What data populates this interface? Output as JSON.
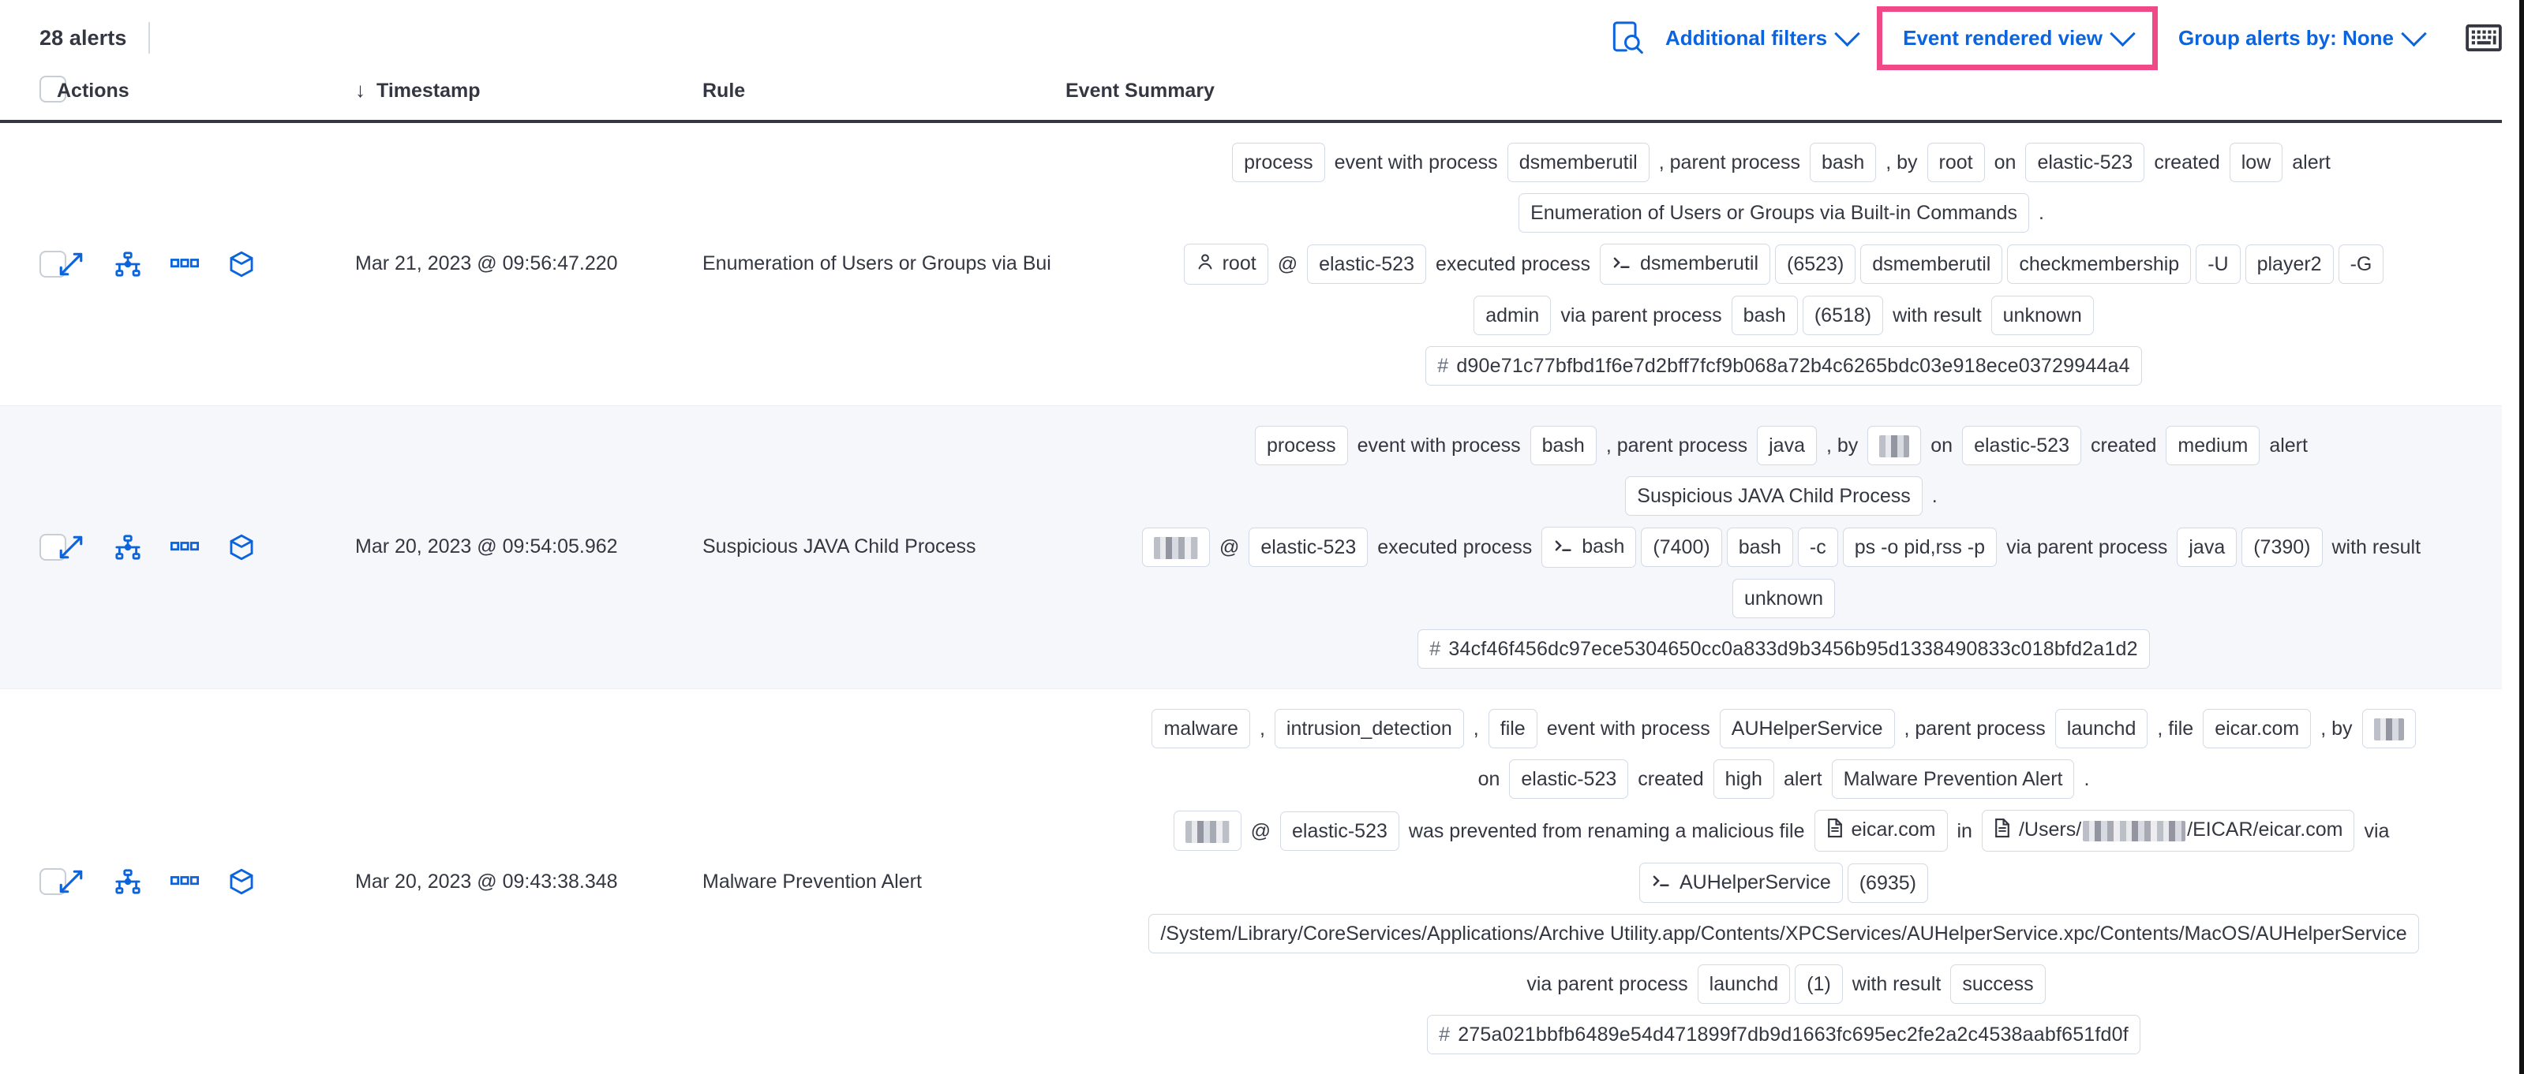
{
  "toolbar": {
    "alert_count": "28 alerts",
    "inspect_icon": "inspect-icon",
    "additional_filters": "Additional filters",
    "event_rendered_view": "Event rendered view",
    "group_alerts_by": "Group alerts by: None",
    "keyboard_icon": "keyboard-icon",
    "highlight_color": "#ef4a87",
    "link_color": "#0b64dd"
  },
  "table": {
    "columns": [
      "Actions",
      "Timestamp",
      "Rule",
      "Event Summary"
    ],
    "sort_indicator": "↓",
    "rows": [
      {
        "timestamp": "Mar 21, 2023 @ 09:56:47.220",
        "rule": "Enumeration of Users or Groups via Bui",
        "summary_lines": [
          {
            "align": "center",
            "parts": [
              {
                "t": "tok",
                "v": "process"
              },
              {
                "t": "txt",
                "v": "event with process"
              },
              {
                "t": "tok",
                "v": "dsmemberutil"
              },
              {
                "t": "txt",
                "v": ", parent process"
              },
              {
                "t": "tok",
                "v": "bash"
              },
              {
                "t": "txt",
                "v": ", by"
              },
              {
                "t": "tok",
                "v": "root"
              },
              {
                "t": "txt",
                "v": "on"
              },
              {
                "t": "tok",
                "v": "elastic-523"
              },
              {
                "t": "txt",
                "v": "created"
              },
              {
                "t": "tok",
                "v": "low"
              },
              {
                "t": "txt",
                "v": "alert"
              }
            ]
          },
          {
            "align": "center",
            "parts": [
              {
                "t": "tok",
                "v": "Enumeration of Users or Groups via Built-in Commands"
              },
              {
                "t": "txt",
                "v": "."
              }
            ]
          },
          {
            "align": "center",
            "parts": [
              {
                "t": "tok",
                "v": "root",
                "icon": "user-icon"
              },
              {
                "t": "txt",
                "v": "@"
              },
              {
                "t": "tok",
                "v": "elastic-523"
              },
              {
                "t": "txt",
                "v": "executed process"
              },
              {
                "t": "tok",
                "v": "dsmemberutil",
                "icon": "console-icon"
              },
              {
                "t": "tok",
                "v": "(6523)"
              },
              {
                "t": "tok",
                "v": "dsmemberutil"
              },
              {
                "t": "tok",
                "v": "checkmembership"
              },
              {
                "t": "tok",
                "v": "-U"
              },
              {
                "t": "tok",
                "v": "player2"
              },
              {
                "t": "tok",
                "v": "-G"
              }
            ]
          },
          {
            "align": "center",
            "parts": [
              {
                "t": "tok",
                "v": "admin"
              },
              {
                "t": "txt",
                "v": "via parent process"
              },
              {
                "t": "tok",
                "v": "bash"
              },
              {
                "t": "tok",
                "v": "(6518)"
              },
              {
                "t": "txt",
                "v": "with result"
              },
              {
                "t": "tok",
                "v": "unknown"
              }
            ]
          },
          {
            "align": "center",
            "parts": [
              {
                "t": "tok",
                "v": "d90e71c77bfbd1f6e7d2bff7fcf9b068a72b4c6265bdc03e918ece03729944a4",
                "hash": true
              }
            ]
          }
        ]
      },
      {
        "timestamp": "Mar 20, 2023 @ 09:54:05.962",
        "rule": "Suspicious JAVA Child Process",
        "summary_lines": [
          {
            "align": "center",
            "parts": [
              {
                "t": "tok",
                "v": "process"
              },
              {
                "t": "txt",
                "v": "event with process"
              },
              {
                "t": "tok",
                "v": "bash"
              },
              {
                "t": "txt",
                "v": ", parent process"
              },
              {
                "t": "tok",
                "v": "java"
              },
              {
                "t": "txt",
                "v": ", by"
              },
              {
                "t": "tok",
                "v": "",
                "redact": "w3"
              },
              {
                "t": "txt",
                "v": "on"
              },
              {
                "t": "tok",
                "v": "elastic-523"
              },
              {
                "t": "txt",
                "v": "created"
              },
              {
                "t": "tok",
                "v": "medium"
              },
              {
                "t": "txt",
                "v": "alert"
              }
            ]
          },
          {
            "align": "center",
            "parts": [
              {
                "t": "tok",
                "v": "Suspicious JAVA Child Process"
              },
              {
                "t": "txt",
                "v": "."
              }
            ]
          },
          {
            "align": "center",
            "parts": [
              {
                "t": "tok",
                "v": "",
                "redact": "w2"
              },
              {
                "t": "txt",
                "v": "@"
              },
              {
                "t": "tok",
                "v": "elastic-523"
              },
              {
                "t": "txt",
                "v": "executed process"
              },
              {
                "t": "tok",
                "v": "bash",
                "icon": "console-icon"
              },
              {
                "t": "tok",
                "v": "(7400)"
              },
              {
                "t": "tok",
                "v": "bash"
              },
              {
                "t": "tok",
                "v": "-c"
              },
              {
                "t": "tok",
                "v": "ps -o pid,rss -p"
              },
              {
                "t": "txt",
                "v": "via parent process"
              },
              {
                "t": "tok",
                "v": "java"
              },
              {
                "t": "tok",
                "v": "(7390)"
              },
              {
                "t": "txt",
                "v": "with result"
              }
            ]
          },
          {
            "align": "center",
            "parts": [
              {
                "t": "tok",
                "v": "unknown"
              }
            ]
          },
          {
            "align": "center",
            "parts": [
              {
                "t": "tok",
                "v": "34cf46f456dc97ece5304650cc0a833d9b3456b95d1338490833c018bfd2a1d2",
                "hash": true
              }
            ]
          }
        ]
      },
      {
        "timestamp": "Mar 20, 2023 @ 09:43:38.348",
        "rule": "Malware Prevention Alert",
        "summary_lines": [
          {
            "align": "center",
            "parts": [
              {
                "t": "tok",
                "v": "malware"
              },
              {
                "t": "txt",
                "v": ","
              },
              {
                "t": "tok",
                "v": "intrusion_detection"
              },
              {
                "t": "txt",
                "v": ","
              },
              {
                "t": "tok",
                "v": "file"
              },
              {
                "t": "txt",
                "v": "event with process"
              },
              {
                "t": "tok",
                "v": "AUHelperService"
              },
              {
                "t": "txt",
                "v": ", parent process"
              },
              {
                "t": "tok",
                "v": "launchd"
              },
              {
                "t": "txt",
                "v": ", file"
              },
              {
                "t": "tok",
                "v": "eicar.com"
              },
              {
                "t": "txt",
                "v": ", by"
              },
              {
                "t": "tok",
                "v": "",
                "redact": "w3"
              }
            ]
          },
          {
            "align": "center",
            "parts": [
              {
                "t": "txt",
                "v": "on"
              },
              {
                "t": "tok",
                "v": "elastic-523"
              },
              {
                "t": "txt",
                "v": "created"
              },
              {
                "t": "tok",
                "v": "high"
              },
              {
                "t": "txt",
                "v": "alert"
              },
              {
                "t": "tok",
                "v": "Malware Prevention Alert"
              },
              {
                "t": "txt",
                "v": "."
              }
            ]
          },
          {
            "align": "center",
            "parts": [
              {
                "t": "tok",
                "v": "",
                "redact": "w2"
              },
              {
                "t": "txt",
                "v": "@"
              },
              {
                "t": "tok",
                "v": "elastic-523"
              },
              {
                "t": "txt",
                "v": "was prevented from renaming a malicious file"
              },
              {
                "t": "tok",
                "v": "eicar.com",
                "icon": "file-icon"
              },
              {
                "t": "txt",
                "v": "in"
              },
              {
                "t": "tok",
                "v": "/Users/",
                "suffix": "/EICAR/eicar.com",
                "icon": "file-icon",
                "redact_mid": true
              },
              {
                "t": "txt",
                "v": "via"
              }
            ]
          },
          {
            "align": "center",
            "parts": [
              {
                "t": "tok",
                "v": "AUHelperService",
                "icon": "console-icon"
              },
              {
                "t": "tok",
                "v": "(6935)"
              }
            ]
          },
          {
            "align": "center",
            "parts": [
              {
                "t": "tok",
                "v": "/System/Library/CoreServices/Applications/Archive Utility.app/Contents/XPCServices/AUHelperService.xpc/Contents/MacOS/AUHelperService"
              }
            ]
          },
          {
            "align": "center",
            "parts": [
              {
                "t": "txt",
                "v": "via parent process"
              },
              {
                "t": "tok",
                "v": "launchd"
              },
              {
                "t": "tok",
                "v": "(1)"
              },
              {
                "t": "txt",
                "v": "with result"
              },
              {
                "t": "tok",
                "v": "success"
              }
            ]
          },
          {
            "align": "center",
            "parts": [
              {
                "t": "tok",
                "v": "275a021bbfb6489e54d471899f7db9d1663fc695ec2fe2a2c4538aabf651fd0f",
                "hash": true
              }
            ]
          }
        ]
      }
    ],
    "row_action_icons": [
      "expand-icon",
      "analyzer-icon",
      "more-actions-icon",
      "session-view-icon"
    ]
  }
}
